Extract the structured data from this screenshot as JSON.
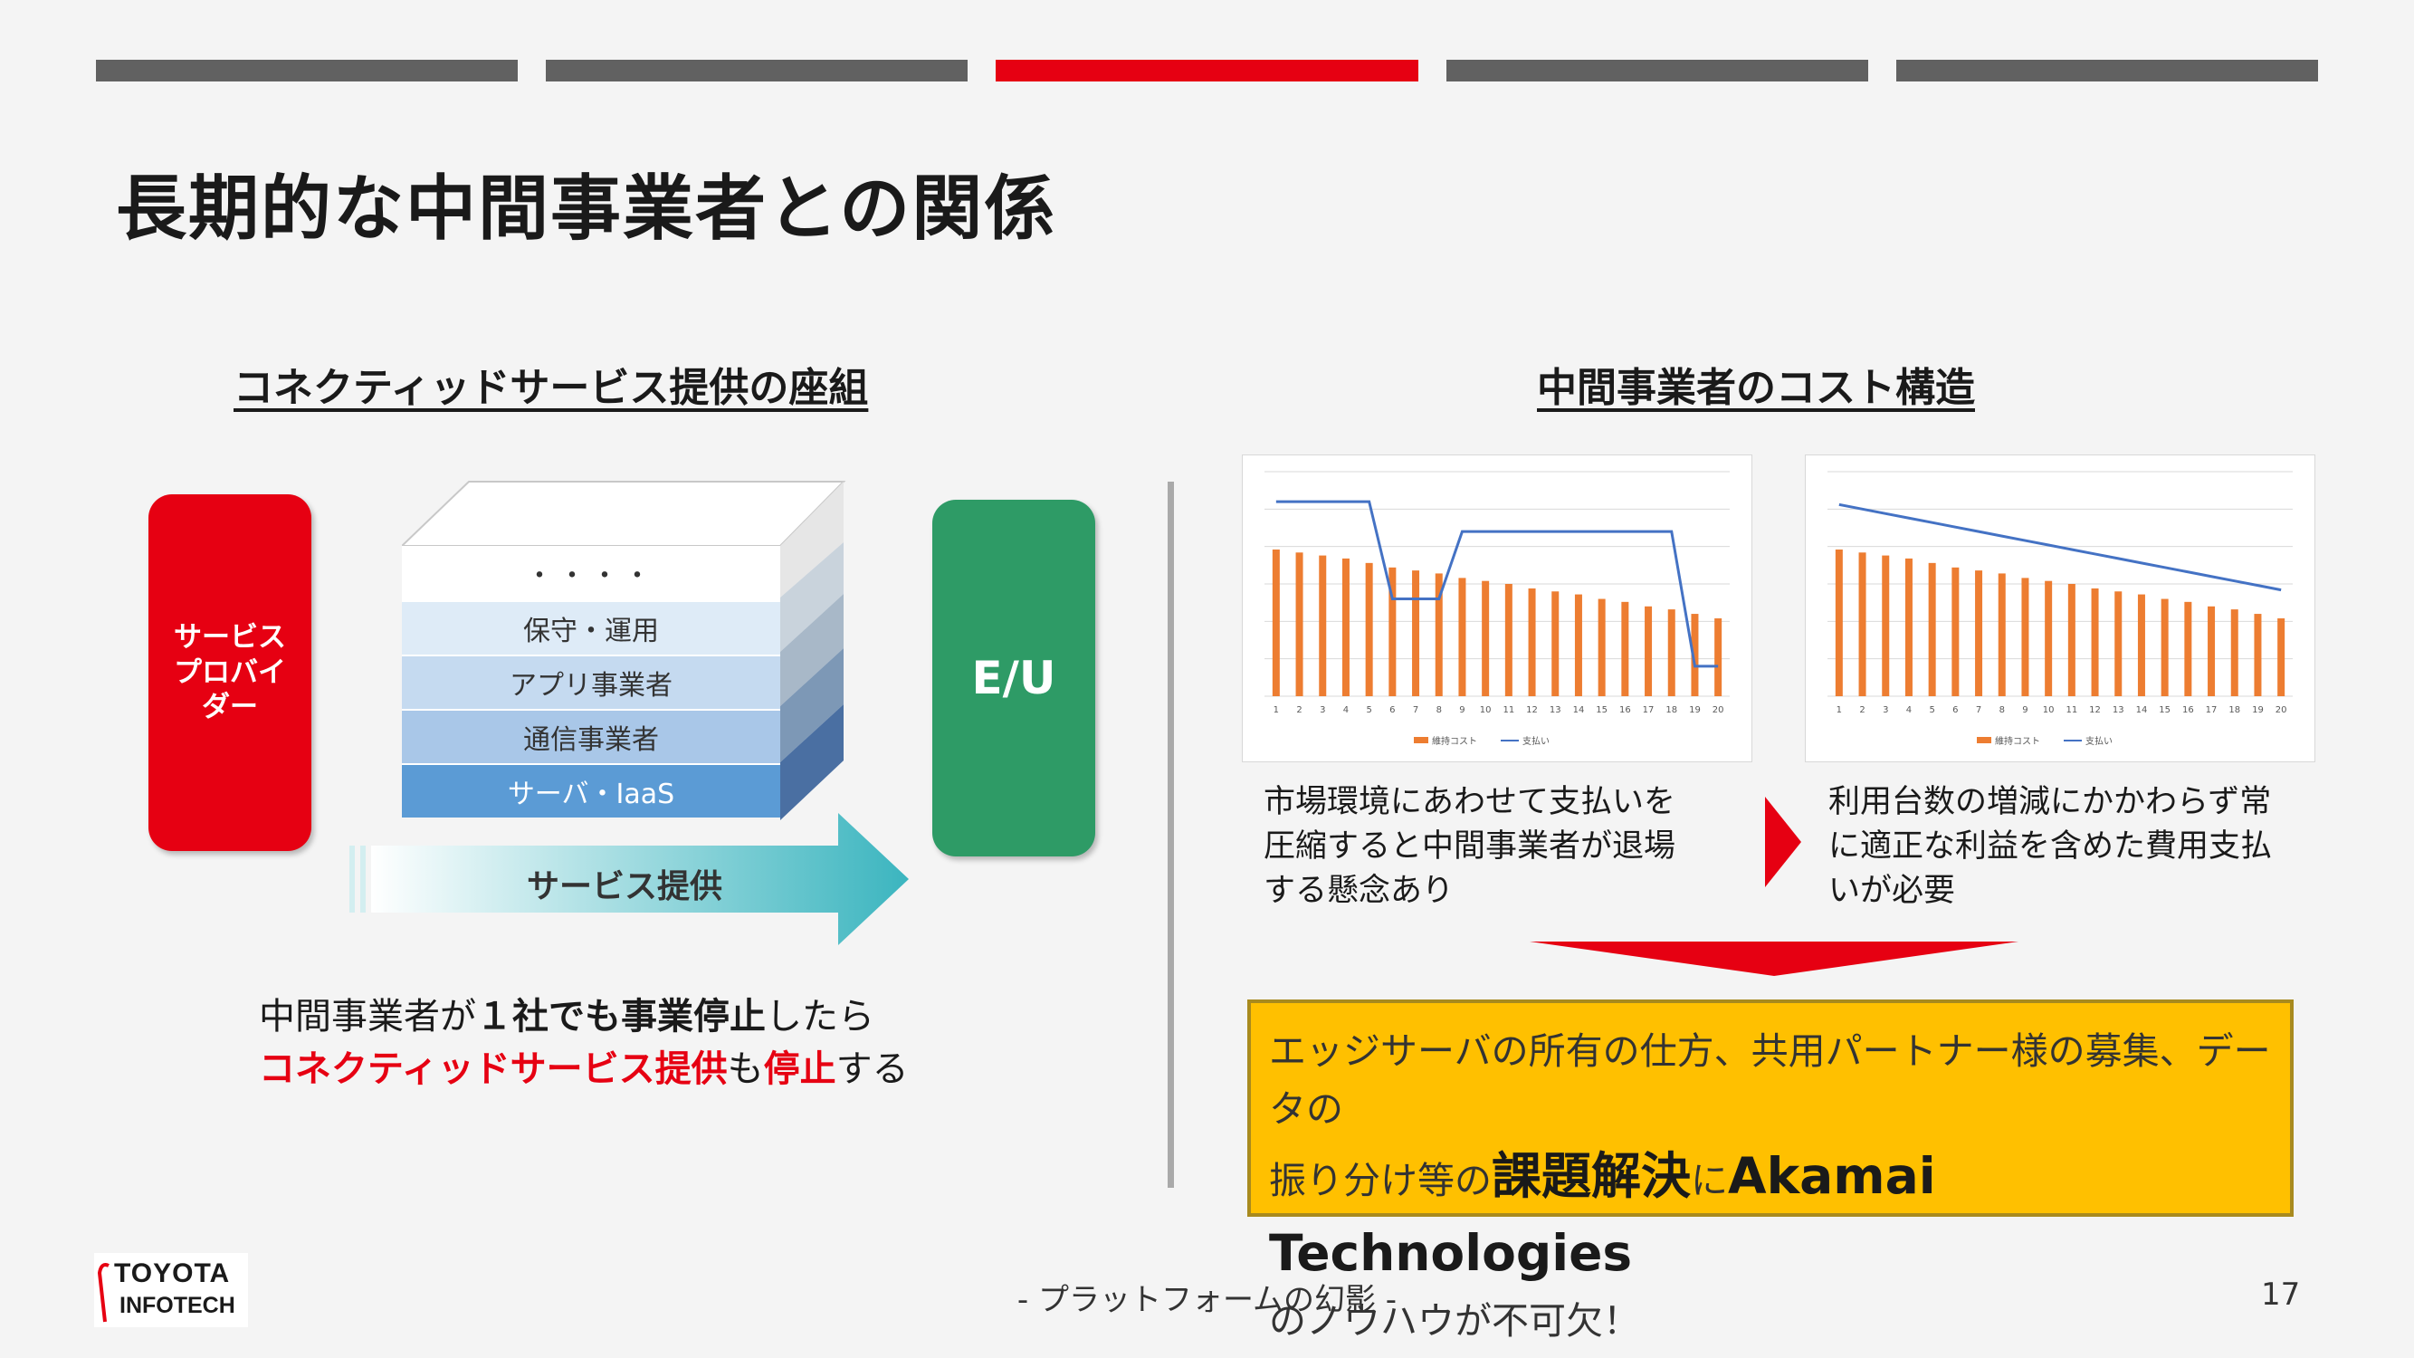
{
  "progress": {
    "active_index": 2,
    "count": 5
  },
  "title": "長期的な中間事業者との関係",
  "left": {
    "heading": "コネクティッドサービス提供の座組",
    "provider": "サービスプロバイダー",
    "layers": [
      "・・・・",
      "保守・運用",
      "アプリ事業者",
      "通信事業者",
      "サーバ・IaaS"
    ],
    "arrow_label": "サービス提供",
    "eu": "E/U",
    "note_line1": {
      "p1": "中間事業者が",
      "p2": "１社でも事業停止",
      "p3": "したら"
    },
    "note_line2": {
      "p1": "コネクティッドサービス提供",
      "p2": "も",
      "p3": "停止",
      "p4": "する"
    }
  },
  "right": {
    "heading": "中間事業者のコスト構造",
    "desc1": [
      "市場環境にあわせて支払いを",
      "圧縮すると中間事業者が退場",
      "する懸念あり"
    ],
    "desc2": [
      "利用台数の増減にかかわらず常",
      "に適正な利益を含めた費用支払",
      "いが必要"
    ],
    "conclusion": {
      "line1": "エッジサーバの所有の仕方、共用パートナー様の募集、データの",
      "line2a": "振り分け等の",
      "line2b": "課題解決",
      "line2c": "に",
      "line2d": "Akamai Technologies",
      "line3": "のノウハウが不可欠！"
    }
  },
  "chart_data": [
    {
      "type": "bar",
      "categories": [
        "1",
        "2",
        "3",
        "4",
        "5",
        "6",
        "7",
        "8",
        "9",
        "10",
        "11",
        "12",
        "13",
        "14",
        "15",
        "16",
        "17",
        "18",
        "19",
        "20"
      ],
      "series": [
        {
          "name": "維持コスト",
          "type": "bar",
          "values": [
            98,
            96,
            94,
            92,
            89,
            86,
            84,
            82,
            79,
            77,
            75,
            72,
            70,
            68,
            65,
            63,
            60,
            58,
            55,
            52
          ]
        },
        {
          "name": "支払い",
          "type": "line",
          "values": [
            130,
            130,
            130,
            130,
            130,
            65,
            65,
            65,
            110,
            110,
            110,
            110,
            110,
            110,
            110,
            110,
            110,
            110,
            20,
            20
          ]
        }
      ],
      "legend": "bottom",
      "colors": {
        "bar": "#ed7d31",
        "line": "#4472c4"
      }
    },
    {
      "type": "bar",
      "categories": [
        "1",
        "2",
        "3",
        "4",
        "5",
        "6",
        "7",
        "8",
        "9",
        "10",
        "11",
        "12",
        "13",
        "14",
        "15",
        "16",
        "17",
        "18",
        "19",
        "20"
      ],
      "series": [
        {
          "name": "維持コスト",
          "type": "bar",
          "values": [
            98,
            96,
            94,
            92,
            89,
            86,
            84,
            82,
            79,
            77,
            75,
            72,
            70,
            68,
            65,
            63,
            60,
            58,
            55,
            52
          ]
        },
        {
          "name": "支払い",
          "type": "line",
          "values": [
            128,
            125,
            122,
            119,
            116,
            113,
            110,
            107,
            104,
            101,
            98,
            95,
            92,
            89,
            86,
            83,
            80,
            77,
            74,
            71
          ]
        }
      ],
      "legend": "bottom",
      "colors": {
        "bar": "#ed7d31",
        "line": "#4472c4"
      }
    }
  ],
  "footer": "- プラットフォームの幻影 -",
  "page_number": "17",
  "logo": {
    "line1": "TOYOTA",
    "line2": "INFOTECH"
  }
}
